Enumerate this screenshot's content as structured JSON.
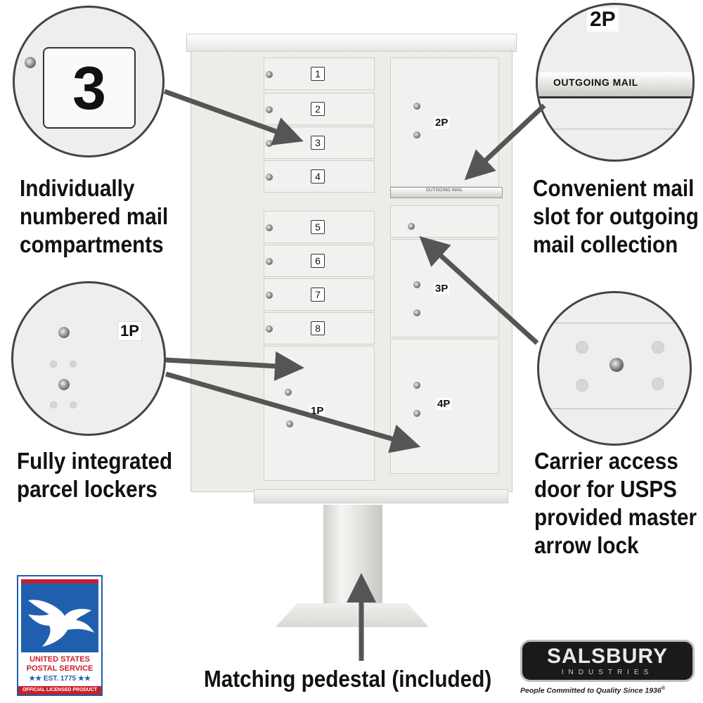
{
  "callouts": {
    "numbered": [
      "Individually",
      "numbered mail",
      "compartments"
    ],
    "parcel": [
      "Fully integrated",
      "parcel lockers"
    ],
    "outgoing": [
      "Convenient mail",
      "slot for outgoing",
      "mail collection"
    ],
    "carrier": [
      "Carrier access",
      "door for USPS",
      "provided master",
      "arrow lock"
    ],
    "pedestal": "Matching pedestal (included)"
  },
  "zoom_circles": {
    "number_three": "3",
    "outgoing_tag": "2P",
    "outgoing_label": "OUTGOING MAIL",
    "parcel_tag": "1P"
  },
  "unit": {
    "mail_doors": [
      "1",
      "2",
      "3",
      "4",
      "5",
      "6",
      "7",
      "8"
    ],
    "parcel_tags": [
      "1P",
      "2P",
      "3P",
      "4P"
    ],
    "slot_label": "OUTGOING MAIL"
  },
  "usps_logo": {
    "line1": "UNITED STATES",
    "line2": "POSTAL SERVICE",
    "line3": "★★ EST. 1775 ★★",
    "line4": "OFFICIAL LICENSED PRODUCT"
  },
  "salsbury_logo": {
    "name": "SALSBURY",
    "sub": "INDUSTRIES",
    "tagline": "People Committed to Quality Since 1936",
    "registered": "®"
  },
  "colors": {
    "cabinet": "#f2f2f0",
    "arrow": "#555555",
    "usps_blue": "#1f5fae",
    "usps_red": "#c8202a"
  }
}
